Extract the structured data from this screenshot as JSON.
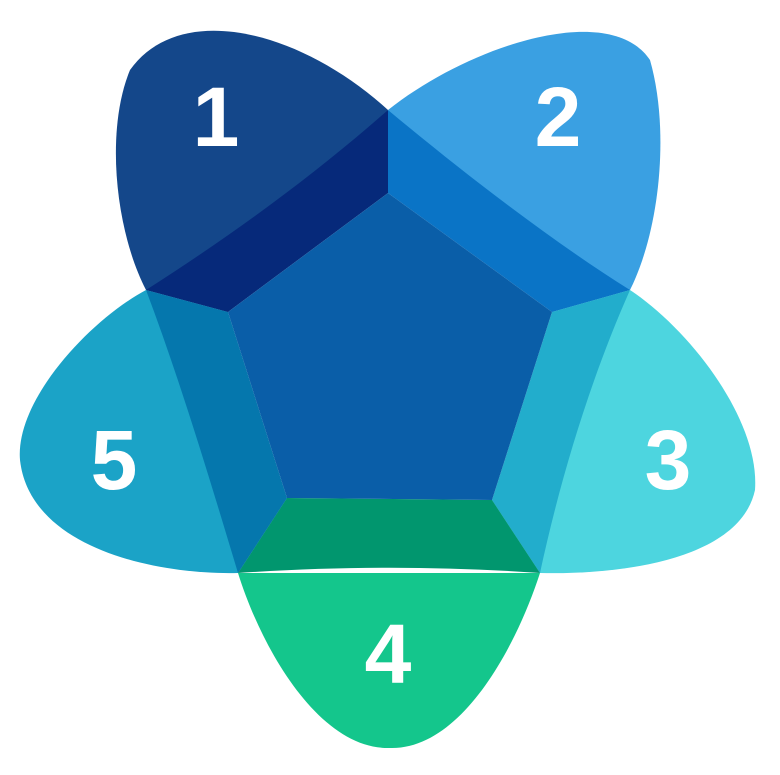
{
  "diagram": {
    "type": "five-petal venn diagram",
    "petals": [
      {
        "id": 1,
        "label": "1",
        "color": "#14478A"
      },
      {
        "id": 2,
        "label": "2",
        "color": "#3AA0E2"
      },
      {
        "id": 3,
        "label": "3",
        "color": "#4DD5DF"
      },
      {
        "id": 4,
        "label": "4",
        "color": "#14C68C"
      },
      {
        "id": 5,
        "label": "5",
        "color": "#1BA3C7"
      }
    ],
    "overlaps": {
      "1_2": "#06297A",
      "2_3": "#0A74C6",
      "3_4": "#22ADCC",
      "4_5": "#01966E",
      "5_1": "#0577AD",
      "center": "#0A5EA8"
    }
  }
}
